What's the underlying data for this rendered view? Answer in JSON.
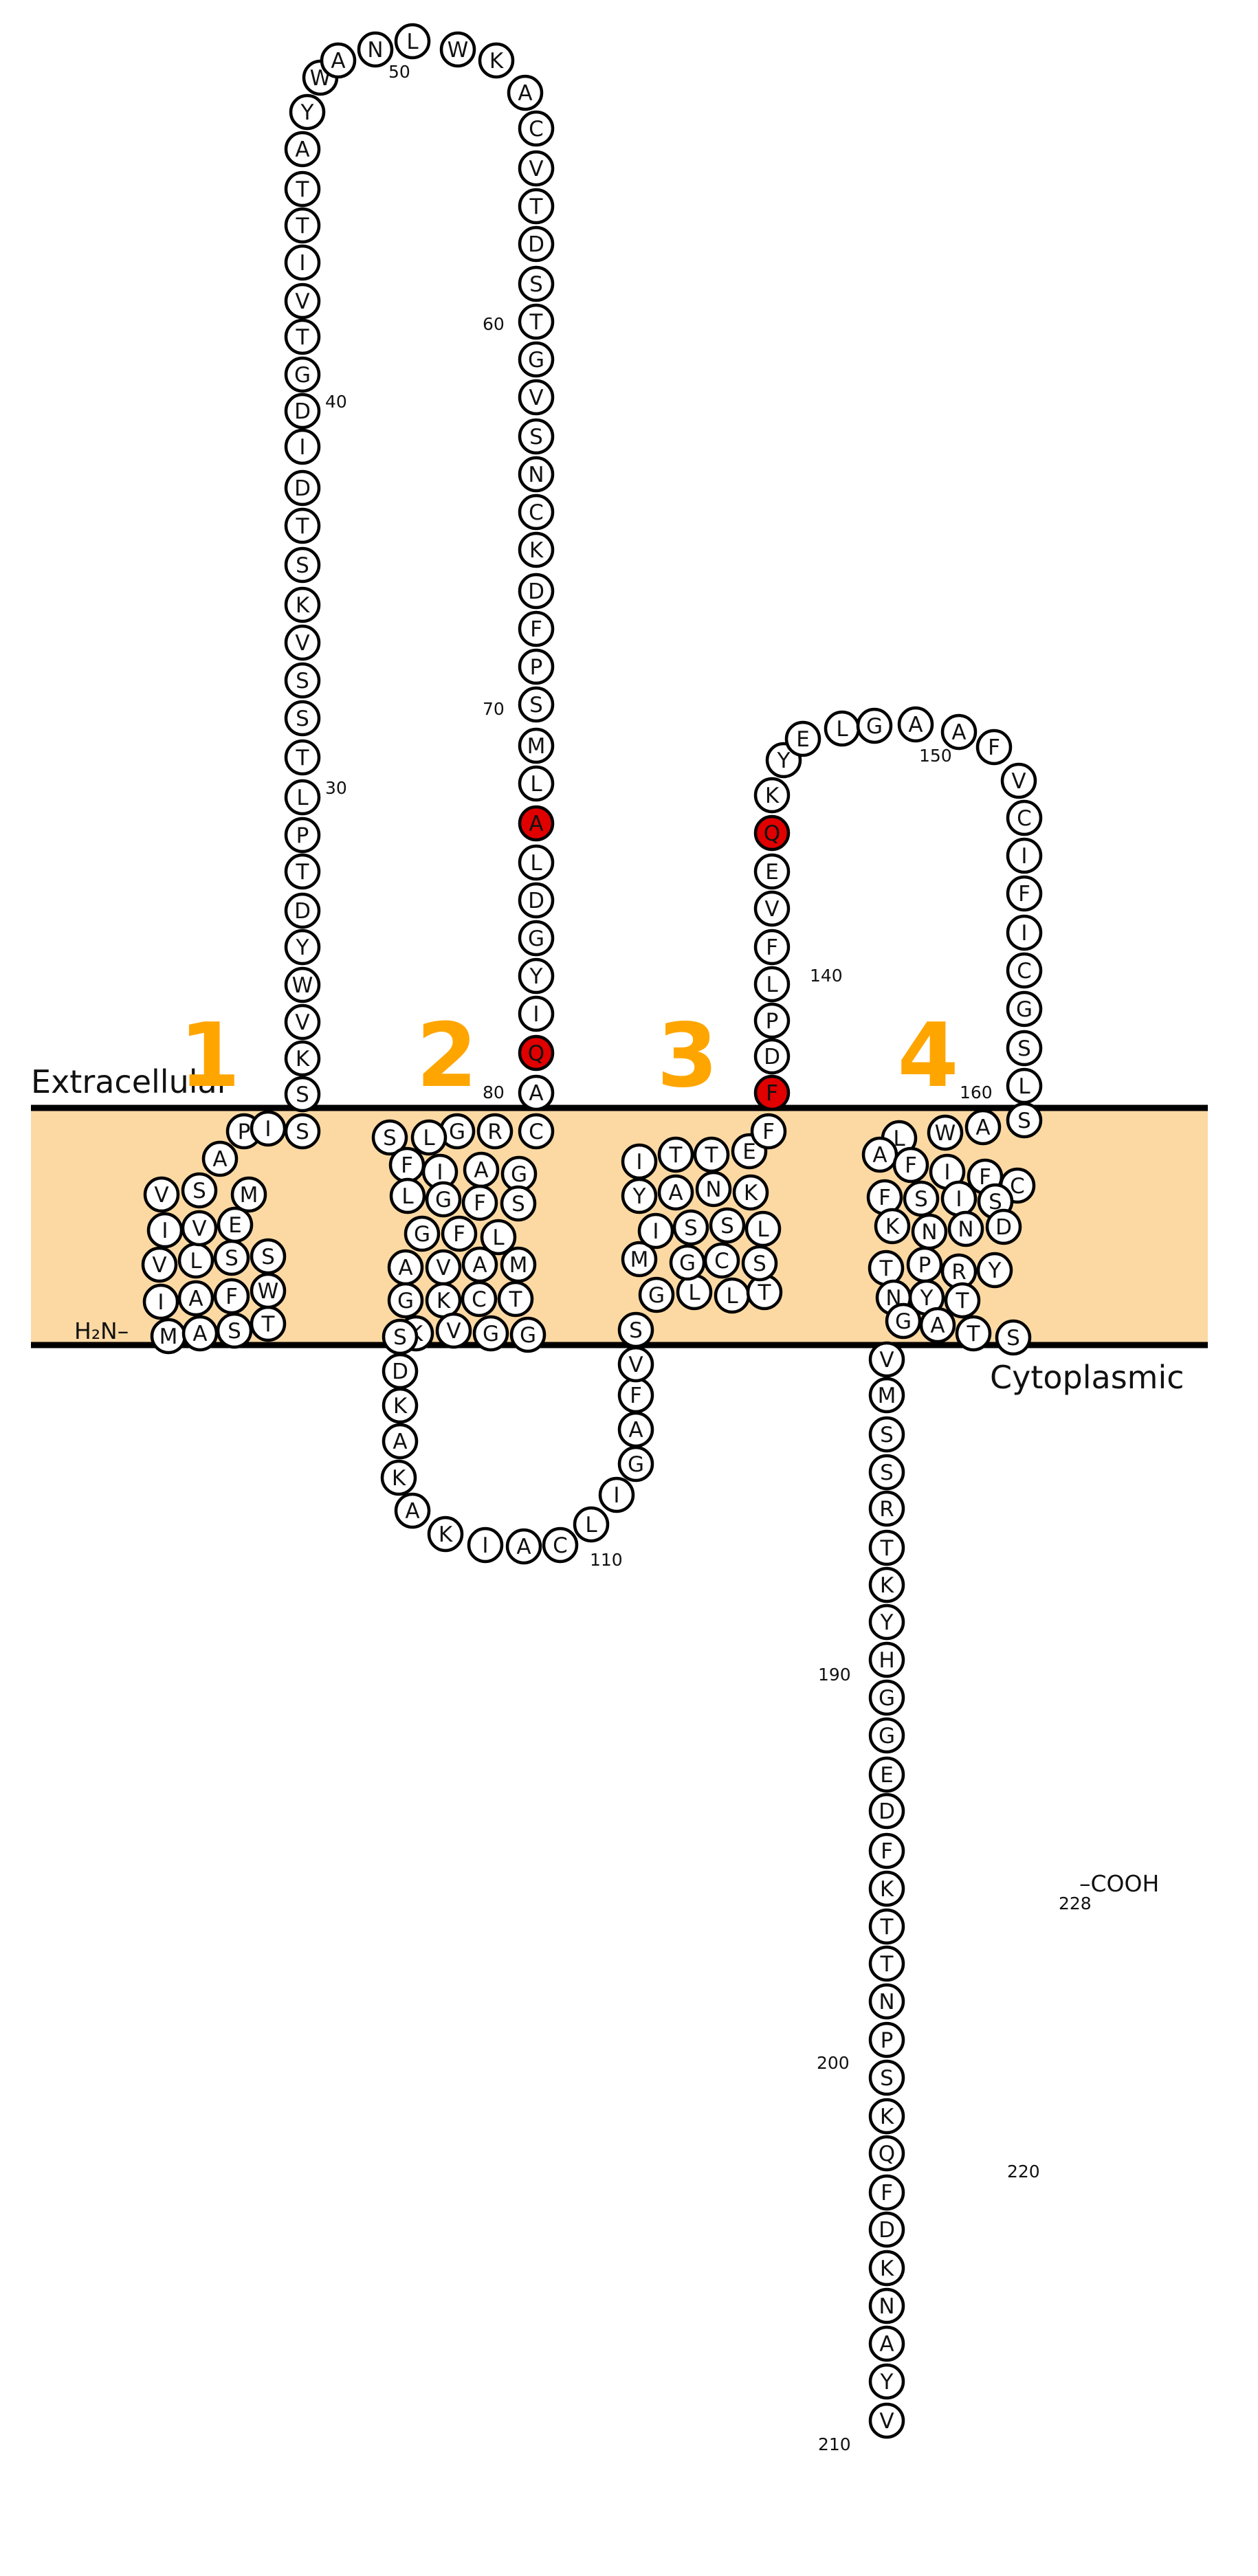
{
  "labels": {
    "extracellular": "Extracellular",
    "cytoplasmic": "Cytoplasmic",
    "n_terminus": "H₂N",
    "c_terminus": "COOH"
  },
  "helix_labels": [
    "1",
    "2",
    "3",
    "4"
  ],
  "position_labels": [
    "30",
    "40",
    "50",
    "60",
    "70",
    "80",
    "110",
    "140",
    "150",
    "160",
    "190",
    "200",
    "210",
    "220",
    "228"
  ],
  "sequence": "MASTIAFWVLSSIVEMVSAPISSKVWYDTPLTSSVKSTDIDGTVITTAYWANLWKACVTDSTGVSNCKDFPSMLALDGYIQACRGLSFIAGLGFSGFLAVAMGKCTKVGGSDKAKAKIACLIGAFVSGLLTGCSMISSLYANKITTEFFDPLFVEQKYELGAAFVCIFICGSLSAWLAFIFCFSISDNNKTPRYTYNGATSVMSSRTKYHGGEDFKTTNPSKQFDKNAYV",
  "highlighted_positions": [
    75,
    81,
    149,
    156
  ],
  "colors": {
    "membrane": "#fcd9a3",
    "helix_label": "#ffa500",
    "highlight": "#e00000"
  }
}
